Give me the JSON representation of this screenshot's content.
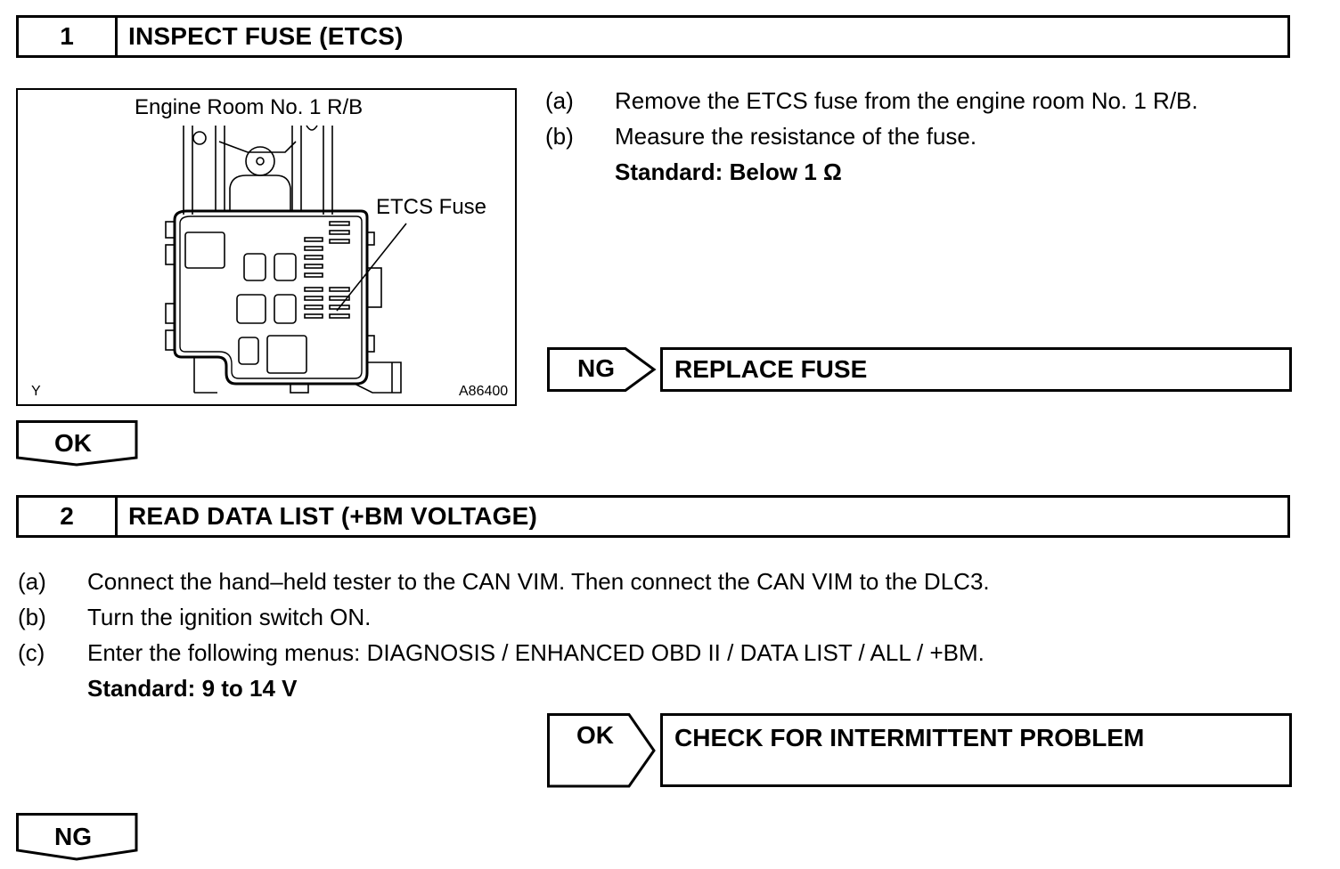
{
  "step1": {
    "number": "1",
    "title": "INSPECT FUSE (ETCS)"
  },
  "figure": {
    "caption": "Engine Room No. 1 R/B",
    "callout": "ETCS Fuse",
    "corner_letter": "Y",
    "figure_id": "A86400"
  },
  "step1_items": [
    {
      "label": "(a)",
      "text": "Remove the ETCS fuse from the engine room No. 1 R/B."
    },
    {
      "label": "(b)",
      "text": "Measure the resistance of the fuse."
    }
  ],
  "step1_standard": "Standard: Below 1 Ω",
  "step1_ng": {
    "label": "NG",
    "action": "REPLACE FUSE"
  },
  "step1_ok": "OK",
  "step2": {
    "number": "2",
    "title": "READ DATA LIST (+BM VOLTAGE)"
  },
  "step2_items": [
    {
      "label": "(a)",
      "text": "Connect the hand–held tester to the CAN VIM. Then connect the CAN VIM to the DLC3."
    },
    {
      "label": "(b)",
      "text": "Turn the ignition switch ON."
    },
    {
      "label": "(c)",
      "text": "Enter the following menus: DIAGNOSIS / ENHANCED OBD II / DATA LIST / ALL / +BM."
    }
  ],
  "step2_standard": "Standard: 9 to 14 V",
  "step2_ok": {
    "label": "OK",
    "action": "CHECK FOR INTERMITTENT PROBLEM"
  },
  "step2_ng": "NG"
}
